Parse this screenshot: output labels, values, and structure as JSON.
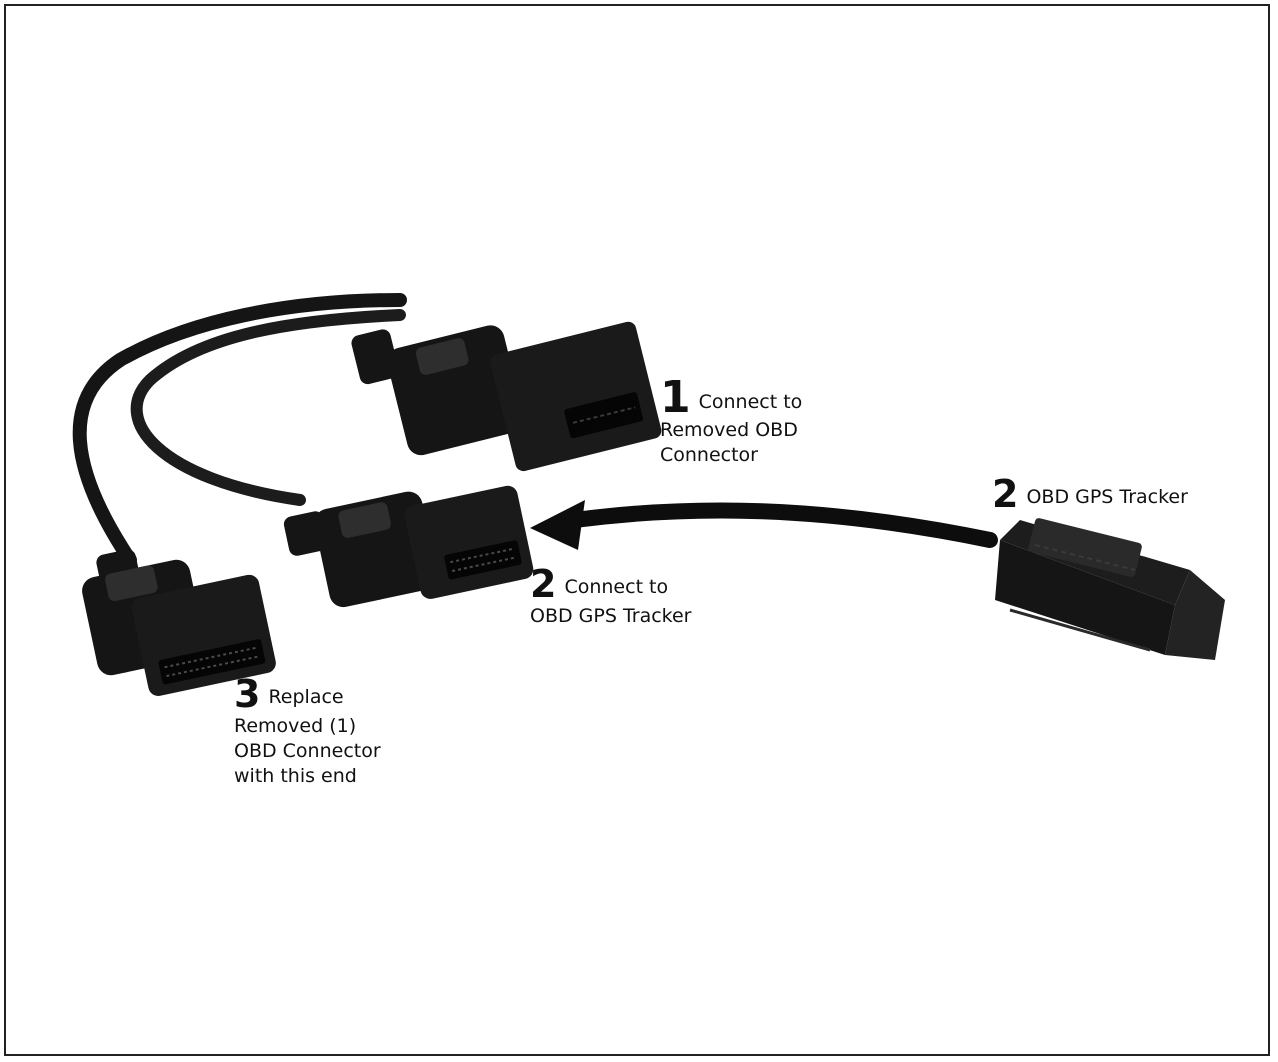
{
  "labels": {
    "step1": {
      "number": "1",
      "line1": "Connect to",
      "line2": "Removed OBD",
      "line3": "Connector"
    },
    "step2_port": {
      "number": "2",
      "line1": "Connect to",
      "line2": "OBD GPS Tracker"
    },
    "step2_device": {
      "number": "2",
      "line1": "OBD GPS Tracker"
    },
    "step3": {
      "number": "3",
      "line1": "Replace",
      "line2": "Removed (1)",
      "line3": "OBD Connector",
      "line4": "with this end"
    }
  },
  "colors": {
    "connector": "#151515",
    "connector_highlight": "#2e2e2e",
    "arrow": "#0d0d0d",
    "frame": "#222222"
  }
}
